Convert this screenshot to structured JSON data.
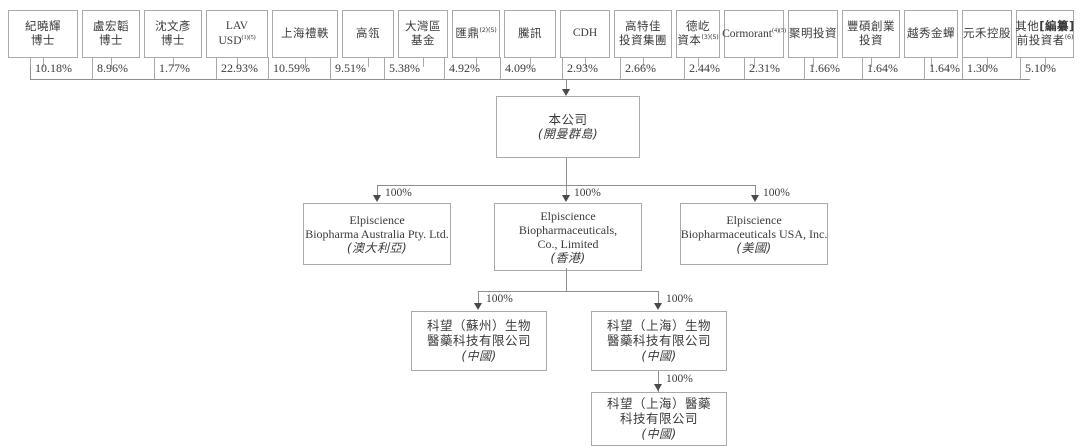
{
  "diagram": {
    "title": "Elpiscience corporate shareholding structure chart",
    "shareholders": [
      {
        "lines": [
          "紀曉輝",
          "博士"
        ],
        "sup": "",
        "pct": "10.18%"
      },
      {
        "lines": [
          "盧宏韜",
          "博士"
        ],
        "sup": "",
        "pct": "8.96%"
      },
      {
        "lines": [
          "沈文彥",
          "博士"
        ],
        "sup": "",
        "pct": "1.77%"
      },
      {
        "lines": [
          "LAV",
          "USD"
        ],
        "sup": "(1)(5)",
        "pct": "22.93%"
      },
      {
        "lines": [
          "上海禮軼"
        ],
        "sup": "",
        "pct": "10.59%"
      },
      {
        "lines": [
          "高瓴"
        ],
        "sup": "",
        "pct": "9.51%"
      },
      {
        "lines": [
          "大灣區",
          "基金"
        ],
        "sup": "",
        "pct": "5.38%"
      },
      {
        "lines": [
          "匯鼎"
        ],
        "sup": "(2)(5)",
        "pct": "4.92%"
      },
      {
        "lines": [
          "騰訊"
        ],
        "sup": "",
        "pct": "4.09%"
      },
      {
        "lines": [
          "CDH"
        ],
        "sup": "",
        "pct": "2.93%"
      },
      {
        "lines": [
          "高特佳",
          "投資集團"
        ],
        "sup": "",
        "pct": "2.66%"
      },
      {
        "lines": [
          "德屹",
          "資本"
        ],
        "sup": "(3)(5)",
        "pct": "2.44%"
      },
      {
        "lines": [
          "Cormorant"
        ],
        "sup": "(4)(5)",
        "pct": "2.31%"
      },
      {
        "lines": [
          "聚明投資"
        ],
        "sup": "",
        "pct": "1.66%"
      },
      {
        "lines": [
          "豐碩創業",
          "投資"
        ],
        "sup": "",
        "pct": "1.64%"
      },
      {
        "lines": [
          "越秀金蟬"
        ],
        "sup": "",
        "pct": "1.64%"
      },
      {
        "lines": [
          "元禾控股"
        ],
        "sup": "",
        "pct": "1.30%"
      },
      {
        "lines": [
          "其他[編纂]",
          "前投資者"
        ],
        "sup": "(6)",
        "pct": "5.10%"
      }
    ],
    "company": {
      "name": "本公司",
      "location": "(開曼群島)"
    },
    "tier2": [
      {
        "lines": [
          "Elpiscience",
          "Biopharma Australia Pty. Ltd."
        ],
        "location": "(澳大利亞)",
        "pct": "100%"
      },
      {
        "lines": [
          "Elpiscience",
          "Biopharmaceuticals,",
          "Co., Limited"
        ],
        "location": "(香港)",
        "pct": "100%"
      },
      {
        "lines": [
          "Elpiscience",
          "Biopharmaceuticals USA, Inc."
        ],
        "location": "(美國)",
        "pct": "100%"
      }
    ],
    "tier3": [
      {
        "lines": [
          "科望（蘇州）生物",
          "醫藥科技有限公司"
        ],
        "location": "(中國)",
        "pct": "100%"
      },
      {
        "lines": [
          "科望（上海）生物",
          "醫藥科技有限公司"
        ],
        "location": "(中國)",
        "pct": "100%"
      }
    ],
    "tier4": [
      {
        "lines": [
          "科望（上海）醫藥",
          "科技有限公司"
        ],
        "location": "(中國)",
        "pct": "100%"
      }
    ]
  }
}
